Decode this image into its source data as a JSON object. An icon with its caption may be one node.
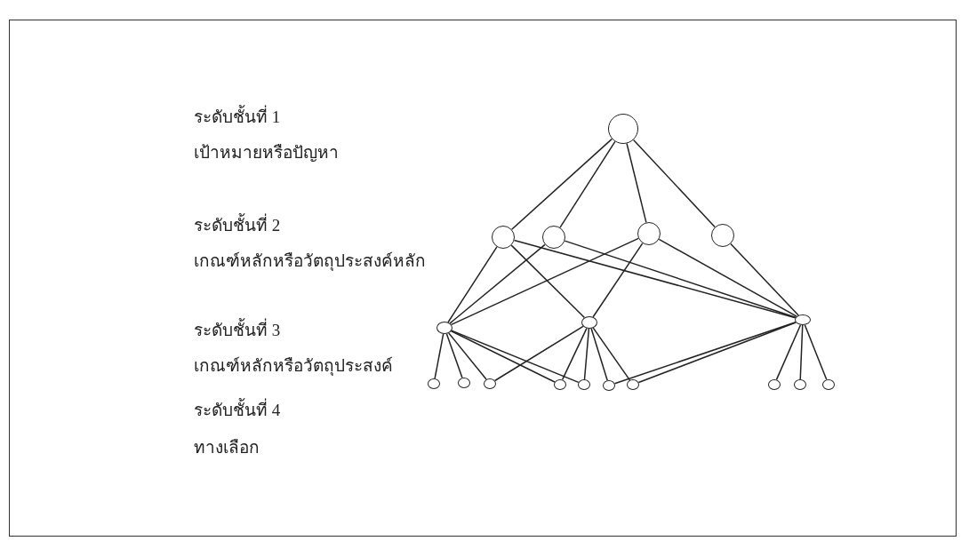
{
  "diagram": {
    "nodes": [
      {
        "text": [],
        "shape": "circle"
      },
      {
        "text": [],
        "shape": "circle"
      },
      {
        "text": [],
        "shape": "circle"
      },
      {
        "text": [],
        "shape": "circle"
      },
      {
        "text": [],
        "shape": "circle"
      },
      {
        "text": [],
        "shape": "circle"
      },
      {
        "text": [],
        "shape": "circle"
      },
      {
        "text": [],
        "shape": "circle"
      },
      {
        "text": [],
        "shape": "circle"
      },
      {
        "text": [],
        "shape": "circle"
      },
      {
        "text": [],
        "shape": "circle"
      },
      {
        "text": [],
        "shape": "circle"
      },
      {
        "text": [],
        "shape": "circle"
      },
      {
        "text": [],
        "shape": "circle"
      },
      {
        "text": [],
        "shape": "circle"
      },
      {
        "text": [],
        "shape": "circle"
      },
      {
        "text": [],
        "shape": "circle"
      },
      {
        "text": [],
        "shape": "circle"
      }
    ],
    "edges": [
      {
        "from": 0,
        "to": 1,
        "arrow": "none"
      },
      {
        "from": 0,
        "to": 2,
        "arrow": "none"
      },
      {
        "from": 0,
        "to": 3,
        "arrow": "none"
      },
      {
        "from": 0,
        "to": 4,
        "arrow": "none"
      },
      {
        "from": 1,
        "to": 5,
        "arrow": "none"
      },
      {
        "from": 1,
        "to": 6,
        "arrow": "none"
      },
      {
        "from": 1,
        "to": 7,
        "arrow": "none"
      },
      {
        "from": 2,
        "to": 5,
        "arrow": "none"
      },
      {
        "from": 2,
        "to": 7,
        "arrow": "none"
      },
      {
        "from": 3,
        "to": 5,
        "arrow": "none"
      },
      {
        "from": 3,
        "to": 6,
        "arrow": "none"
      },
      {
        "from": 3,
        "to": 7,
        "arrow": "none"
      },
      {
        "from": 4,
        "to": 7,
        "arrow": "none"
      },
      {
        "from": 5,
        "to": 8,
        "arrow": "none"
      },
      {
        "from": 5,
        "to": 9,
        "arrow": "none"
      },
      {
        "from": 5,
        "to": 10,
        "arrow": "none"
      },
      {
        "from": 5,
        "to": 11,
        "arrow": "none"
      },
      {
        "from": 5,
        "to": 12,
        "arrow": "none"
      },
      {
        "from": 6,
        "to": 10,
        "arrow": "none"
      },
      {
        "from": 6,
        "to": 11,
        "arrow": "none"
      },
      {
        "from": 6,
        "to": 12,
        "arrow": "none"
      },
      {
        "from": 6,
        "to": 13,
        "arrow": "none"
      },
      {
        "from": 6,
        "to": 14,
        "arrow": "none"
      },
      {
        "from": 7,
        "to": 13,
        "arrow": "none"
      },
      {
        "from": 7,
        "to": 14,
        "arrow": "none"
      },
      {
        "from": 7,
        "to": 15,
        "arrow": "none"
      },
      {
        "from": 7,
        "to": 16,
        "arrow": "none"
      },
      {
        "from": 7,
        "to": 17,
        "arrow": "none"
      }
    ],
    "labels": [
      "ระดับชั้นที่ 1",
      "เป้าหมายหรือปัญหา",
      "ระดับชั้นที่ 2",
      "เกณฑ์หลักหรือวัตถุประสงค์หลัก",
      "ระดับชั้นที่ 3",
      "เกณฑ์หลักหรือวัตถุประสงค์",
      "ระดับชั้นที่ 4",
      "ทางเลือก"
    ]
  }
}
